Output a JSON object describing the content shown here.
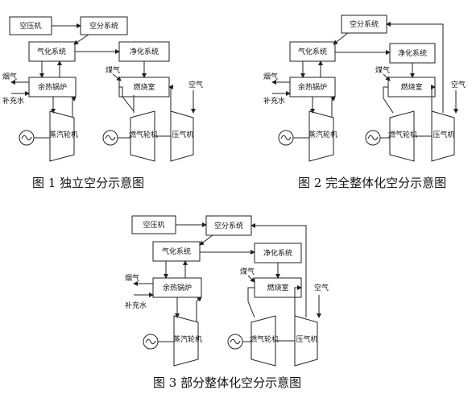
{
  "labels": {
    "air_compressor": "空压机",
    "air_separation": "空分系统",
    "gasification": "气化系统",
    "purification": "净化系统",
    "hrsg": "余热锅炉",
    "combustor": "燃烧室",
    "steam_turbine": "蒸汽轮机",
    "gas_turbine": "燃气轮机",
    "compressor": "压气机",
    "flue_gas": "烟气",
    "makeup_water": "补充水",
    "fuel_gas": "煤气",
    "air": "空气"
  },
  "figures": [
    {
      "caption": "图 1  独立空分示意图"
    },
    {
      "caption": "图 2  完全整体化空分示意图"
    },
    {
      "caption": "图 3  部分整体化空分示意图"
    }
  ]
}
